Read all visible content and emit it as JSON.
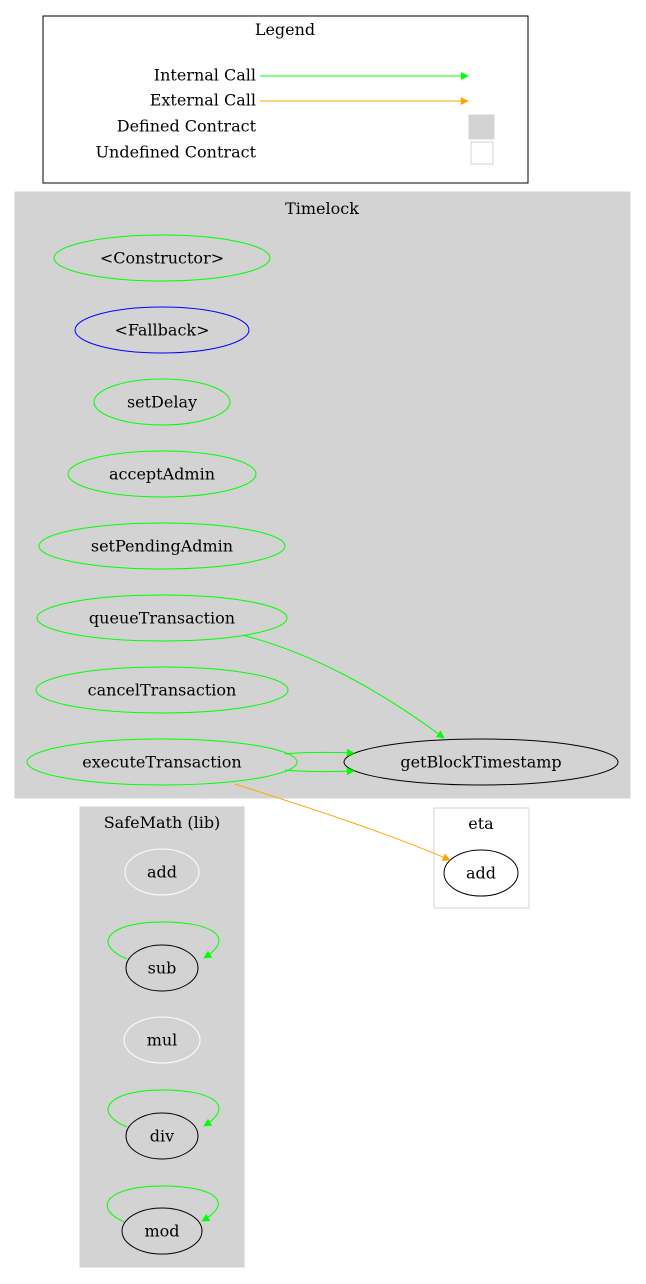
{
  "legend": {
    "title": "Legend",
    "internal_call": "Internal Call",
    "external_call": "External Call",
    "defined_contract": "Defined Contract",
    "undefined_contract": "Undefined Contract"
  },
  "colors": {
    "internal": "#00ff00",
    "external": "#ffa500",
    "fallback": "#0000ff",
    "cluster_fill": "#d3d3d3",
    "undefined_border": "#d3d3d3"
  },
  "timelock": {
    "title": "Timelock",
    "nodes": {
      "constructor": "<Constructor>",
      "fallback": "<Fallback>",
      "set_delay": "setDelay",
      "accept_admin": "acceptAdmin",
      "set_pending_admin": "setPendingAdmin",
      "queue_transaction": "queueTransaction",
      "cancel_transaction": "cancelTransaction",
      "execute_transaction": "executeTransaction",
      "get_block_timestamp": "getBlockTimestamp"
    }
  },
  "safemath": {
    "title": "SafeMath  (lib)",
    "nodes": {
      "add": "add",
      "sub": "sub",
      "mul": "mul",
      "div": "div",
      "mod": "mod"
    }
  },
  "eta": {
    "title": "eta",
    "nodes": {
      "add": "add"
    }
  }
}
